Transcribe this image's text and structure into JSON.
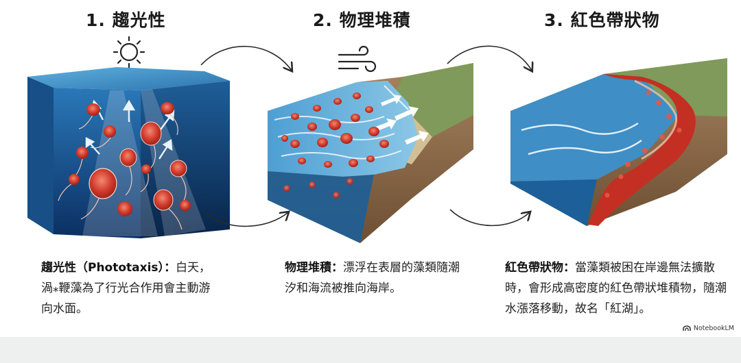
{
  "steps": [
    {
      "title": "1. 趨光性",
      "term": "趨光性（Phototaxis）",
      "colon": "：",
      "text": "白天，渦⁎鞭藻為了行光合作用會主動游向水面。"
    },
    {
      "title": "2. 物理堆積",
      "term": "物理堆積",
      "colon": "：",
      "text": "漂浮在表層的藻類隨潮汐和海流被推向海岸。"
    },
    {
      "title": "3. 紅色帶狀物",
      "term": "紅色帶狀物",
      "colon": "：",
      "text": "當藻類被困在岸邊無法擴散時，會形成高密度的紅色帶狀堆積物，隨潮水漲落移動，故名「紅湖」。"
    }
  ],
  "brand": "NotebookLM",
  "icons": [
    "sun-icon",
    "wind-icon",
    "notebooklm-logo-icon"
  ],
  "colors": {
    "water_deep": "#0d3f78",
    "water_light": "#3b8fc7",
    "sediment": "#8a6a48",
    "land": "#7f9a5a",
    "algae": "#d23b2c"
  }
}
